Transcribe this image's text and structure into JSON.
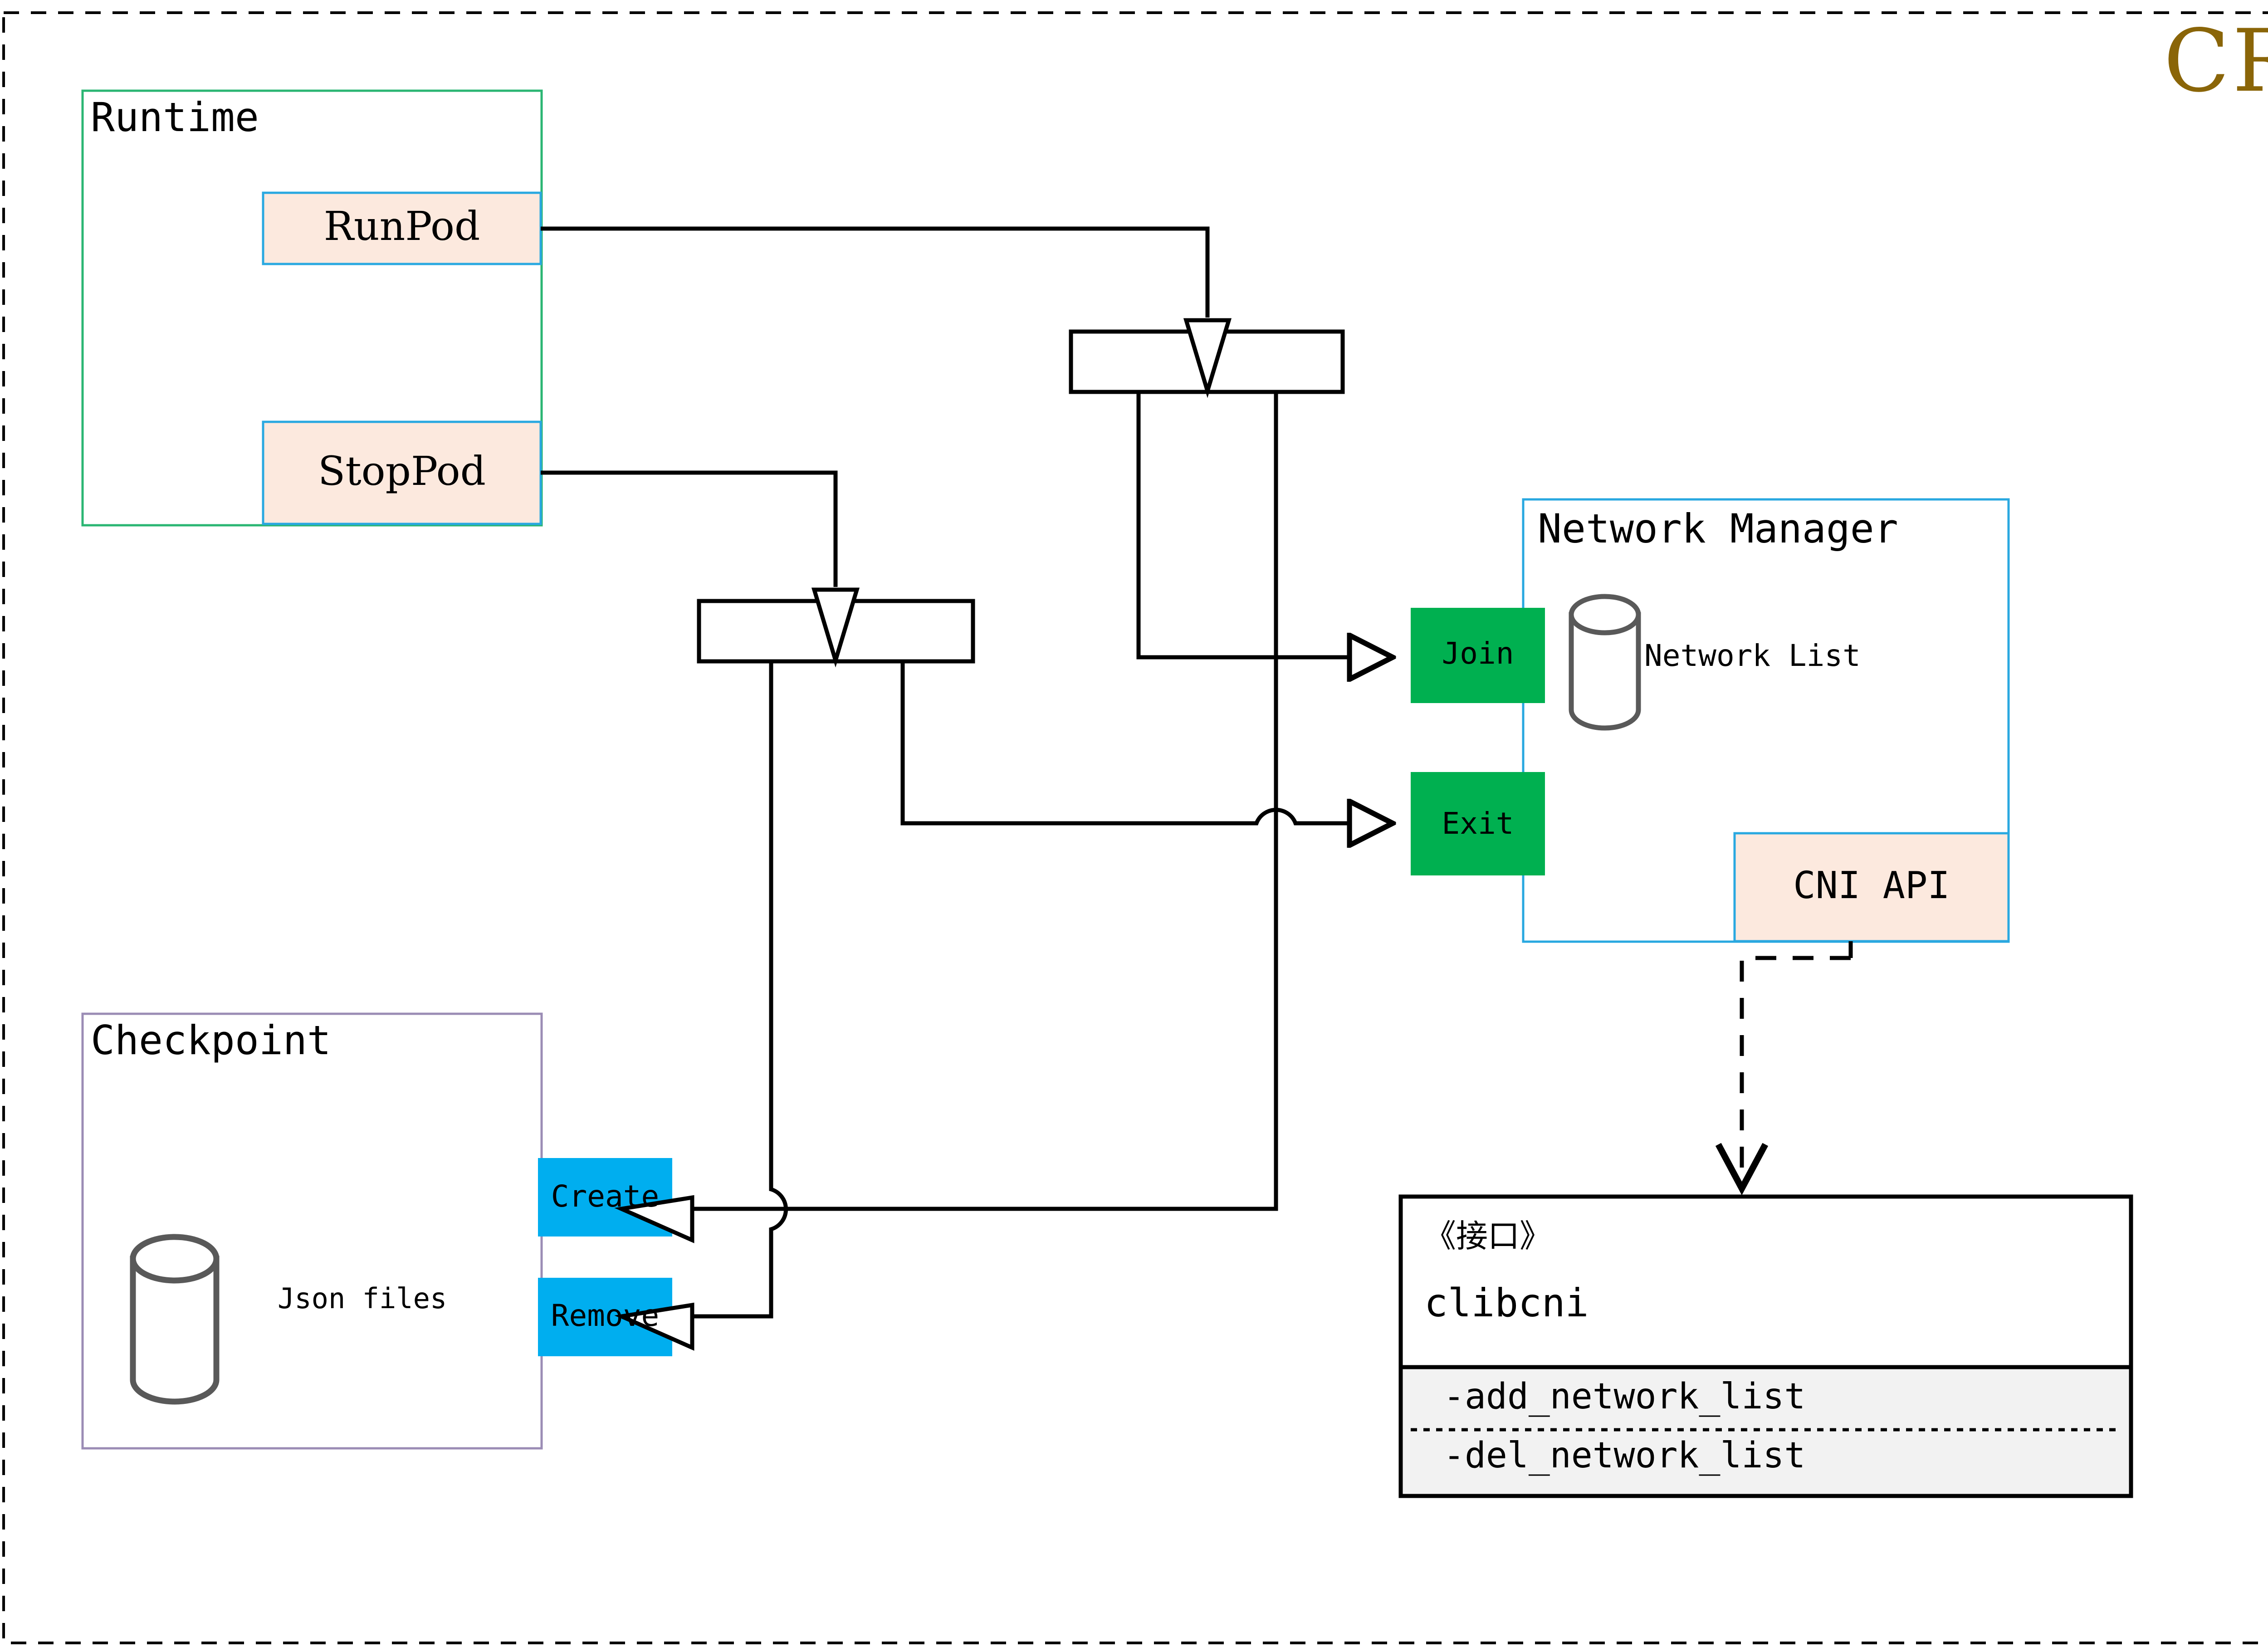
{
  "diagram": {
    "title": "CRI",
    "title_color": "#8a6508",
    "outer_border_style": "dashed"
  },
  "palette": {
    "peach_fill": "#fce9de",
    "blue_stroke": "#29a8e0",
    "green_stroke": "#2bb673",
    "green_fill": "#00b050",
    "cyan_fill": "#00aeef",
    "purple_stroke": "#9b8cb5",
    "cylinder_stroke": "#595959",
    "line_color": "#000000",
    "method_band_fill": "#f2f2f2"
  },
  "groups": {
    "runtime": {
      "label": "Runtime",
      "items": [
        {
          "label": "RunPod",
          "name": "runpod-box"
        },
        {
          "label": "StopPod",
          "name": "stoppod-box"
        }
      ]
    },
    "checkpoint": {
      "label": "Checkpoint",
      "store_label": "Json files",
      "items": [
        {
          "label": "Create",
          "name": "create-box"
        },
        {
          "label": "Remove",
          "name": "remove-box"
        }
      ]
    },
    "network_manager": {
      "label": "Network Manager",
      "store_label": "Network List",
      "api_label": "CNI API",
      "ports": [
        {
          "label": "Join",
          "name": "join-port"
        },
        {
          "label": "Exit",
          "name": "exit-port"
        }
      ]
    },
    "interface": {
      "stereotype": "《接口》",
      "name": "clibcni",
      "methods": [
        "-add_network_list",
        "-del_network_list"
      ]
    }
  }
}
